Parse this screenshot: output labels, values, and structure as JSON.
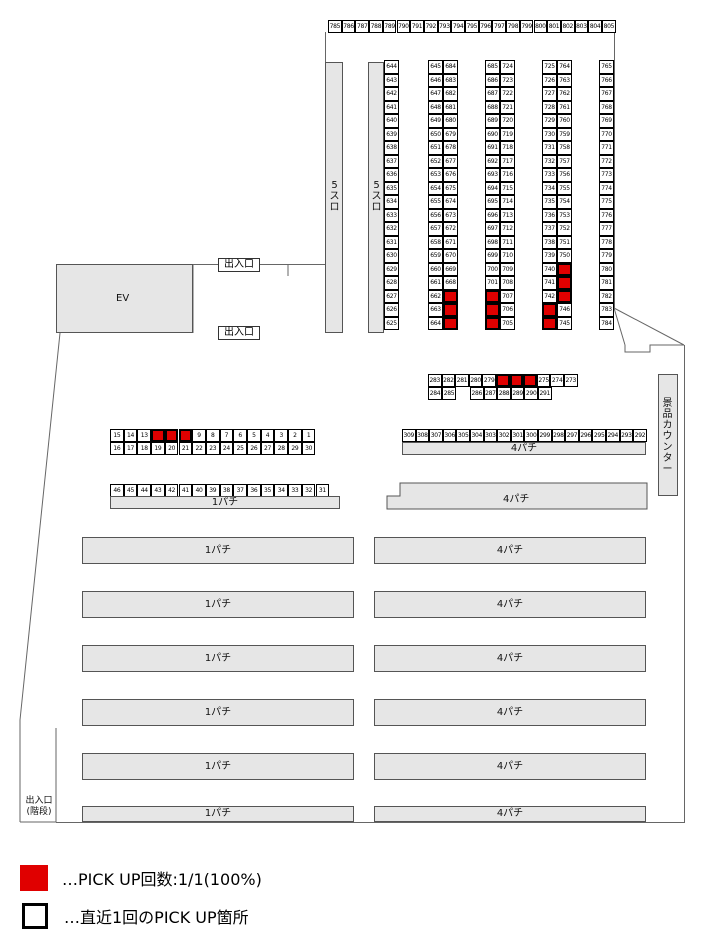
{
  "labels": {
    "ev": "EV",
    "entrance_top": "出入口",
    "entrance_mid": "出入口",
    "entrance_stairs": "出入口\n(階段)",
    "slot5_outer": "5スロ",
    "slot5_inner": "5スロ",
    "prize_counter": "景品カウンター",
    "pachi1": "1パチ",
    "pachi4": "4パチ"
  },
  "legend": {
    "pickup_count": "…PICK UP回数:1/1(100%)",
    "recent": "…直近1回のPICK UP箇所"
  },
  "colors": {
    "highlight": "#e00000",
    "floor": "#e6e6e6"
  },
  "machines": {
    "top_row": [
      "785",
      "786",
      "787",
      "788",
      "789",
      "790",
      "791",
      "792",
      "793",
      "794",
      "795",
      "796",
      "797",
      "798",
      "799",
      "800",
      "801",
      "802",
      "803",
      "804",
      "805"
    ],
    "col_644": [
      "644",
      "643",
      "642",
      "641",
      "640",
      "639",
      "638",
      "637",
      "636",
      "635",
      "634",
      "633",
      "632",
      "631",
      "630",
      "629",
      "628",
      "627",
      "626",
      "625"
    ],
    "col_645": [
      "645",
      "646",
      "647",
      "648",
      "649",
      "650",
      "651",
      "652",
      "653",
      "654",
      "655",
      "656",
      "657",
      "658",
      "659",
      "660",
      "661",
      "662",
      "663",
      "664"
    ],
    "col_684": [
      "684",
      "683",
      "682",
      "681",
      "680",
      "679",
      "678",
      "677",
      "676",
      "675",
      "674",
      "673",
      "672",
      "671",
      "670",
      "669",
      "668",
      "667",
      "666",
      "665"
    ],
    "col_685": [
      "685",
      "686",
      "687",
      "688",
      "689",
      "690",
      "691",
      "692",
      "693",
      "694",
      "695",
      "696",
      "697",
      "698",
      "699",
      "700",
      "701",
      "702",
      "703",
      "704"
    ],
    "col_724": [
      "724",
      "723",
      "722",
      "721",
      "720",
      "719",
      "718",
      "717",
      "716",
      "715",
      "714",
      "713",
      "712",
      "711",
      "710",
      "709",
      "708",
      "707",
      "706",
      "705"
    ],
    "col_725": [
      "725",
      "726",
      "727",
      "728",
      "729",
      "730",
      "731",
      "732",
      "733",
      "734",
      "735",
      "736",
      "737",
      "738",
      "739",
      "740",
      "741",
      "742",
      "743",
      "744"
    ],
    "col_764": [
      "764",
      "763",
      "762",
      "761",
      "760",
      "759",
      "758",
      "757",
      "756",
      "755",
      "754",
      "753",
      "752",
      "751",
      "750",
      "749",
      "748",
      "747",
      "746",
      "745"
    ],
    "col_765": [
      "765",
      "766",
      "767",
      "768",
      "769",
      "770",
      "771",
      "772",
      "773",
      "774",
      "775",
      "776",
      "777",
      "778",
      "779",
      "780",
      "781",
      "782",
      "783",
      "784"
    ],
    "row_283": [
      "283",
      "282",
      "281",
      "280",
      "279",
      "278",
      "277",
      "276",
      "275",
      "274",
      "273"
    ],
    "row_284": [
      "284",
      "285",
      "",
      "286",
      "287",
      "288",
      "289",
      "290",
      "291"
    ],
    "row_309": [
      "309",
      "308",
      "307",
      "306",
      "305",
      "304",
      "303",
      "302",
      "301",
      "300",
      "299",
      "298",
      "297",
      "296",
      "295",
      "294",
      "293",
      "292"
    ],
    "row_15": [
      "15",
      "14",
      "13",
      "12",
      "11",
      "10",
      "9",
      "8",
      "7",
      "6",
      "5",
      "4",
      "3",
      "2",
      "1"
    ],
    "row_16": [
      "16",
      "17",
      "18",
      "19",
      "20",
      "21",
      "22",
      "23",
      "24",
      "25",
      "26",
      "27",
      "28",
      "29",
      "30"
    ],
    "row_46": [
      "46",
      "45",
      "44",
      "43",
      "42",
      "41",
      "40",
      "39",
      "38",
      "37",
      "36",
      "35",
      "34",
      "33",
      "32",
      "31"
    ]
  },
  "highlighted": [
    "667",
    "666",
    "665",
    "702",
    "703",
    "704",
    "749",
    "748",
    "747",
    "744",
    "743",
    "278",
    "277",
    "276",
    "12",
    "11",
    "10"
  ],
  "recent_pickup": [
    "667",
    "666",
    "665",
    "702",
    "703",
    "704",
    "749",
    "748",
    "747",
    "744",
    "743",
    "278",
    "277",
    "276",
    "12",
    "11",
    "10"
  ]
}
